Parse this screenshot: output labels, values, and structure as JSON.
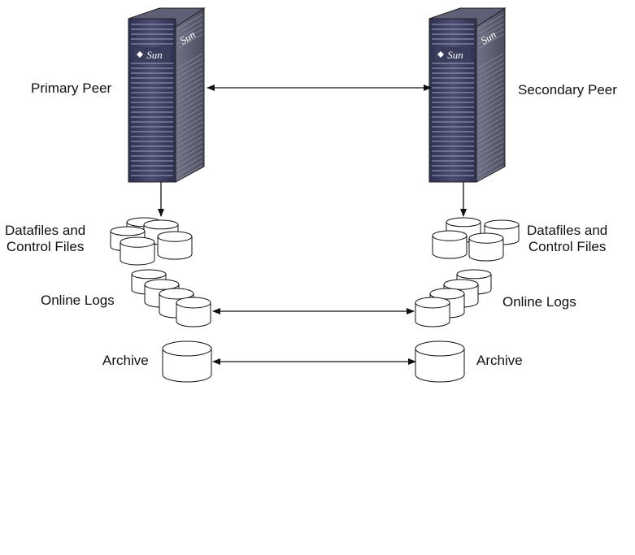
{
  "primary": {
    "label": "Primary Peer",
    "brand": "Sun",
    "datafiles_label": "Datafiles and\nControl Files",
    "online_logs_label": "Online Logs",
    "archive_label": "Archive"
  },
  "secondary": {
    "label": "Secondary Peer",
    "brand": "Sun",
    "datafiles_label": "Datafiles and\nControl Files",
    "online_logs_label": "Online Logs",
    "archive_label": "Archive"
  },
  "colors": {
    "rack_front": "#3c3f5e",
    "rack_side": "#5a5c6e",
    "stroke": "#111111"
  }
}
